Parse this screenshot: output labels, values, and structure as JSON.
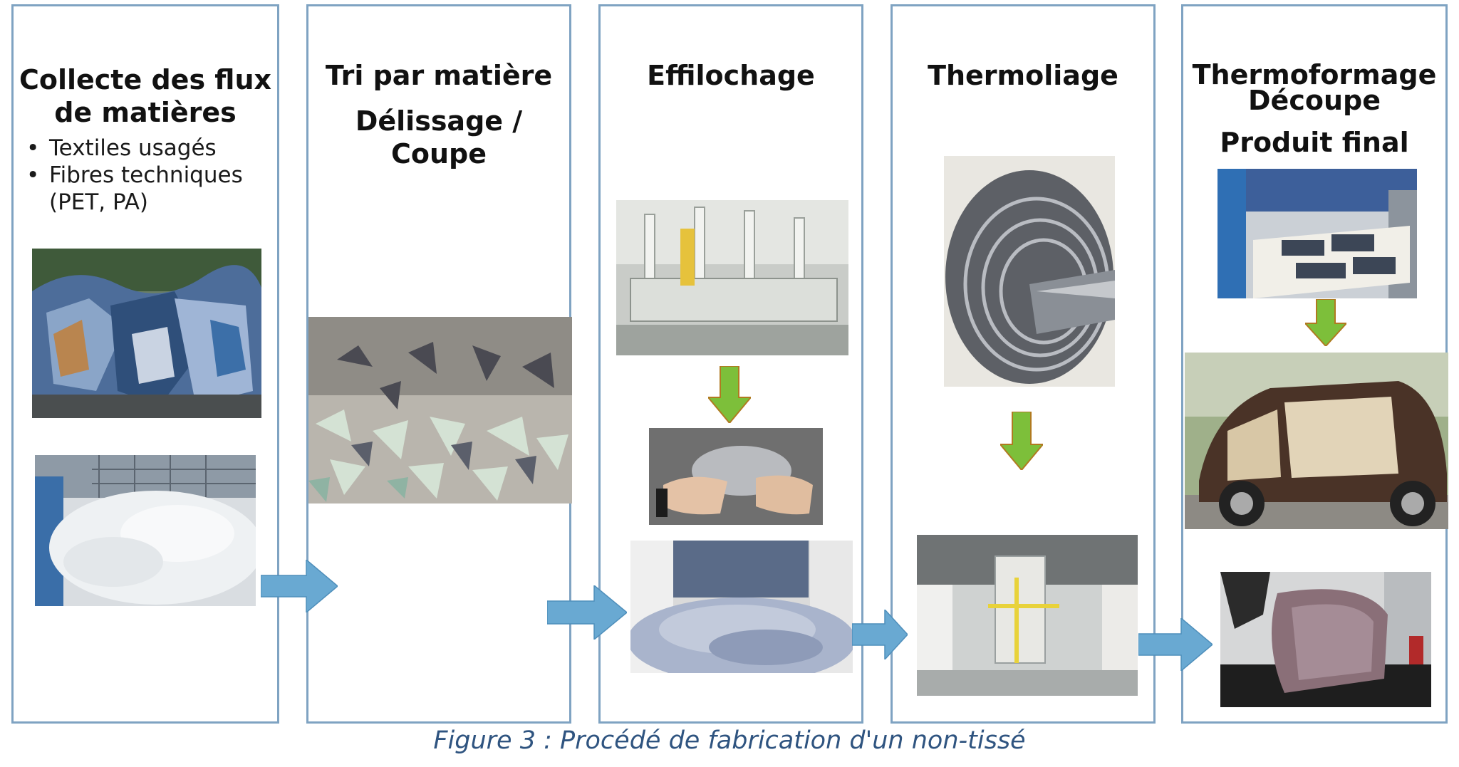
{
  "caption": "Figure 3 : Procédé de fabrication d'un non-tissé",
  "colors": {
    "panel_border": "#7fa3c2",
    "flow_arrow": "#69a9d2",
    "down_arrow": "#7dbf3a",
    "caption": "#2f5480"
  },
  "panels": [
    {
      "title_lines": [
        "Collecte des flux",
        "de matières"
      ],
      "bullets": [
        "Textiles usagés",
        "Fibres techniques",
        "(PET, PA)"
      ]
    },
    {
      "title_lines": [
        "Tri par matière"
      ],
      "subtitle_lines": [
        "Délissage /",
        "Coupe"
      ]
    },
    {
      "title_lines": [
        "Effilochage"
      ]
    },
    {
      "title_lines": [
        "Thermoliage"
      ]
    },
    {
      "title_lines": [
        "Thermoformage",
        "Découpe"
      ],
      "subtitle_lines": [
        "Produit final"
      ]
    }
  ],
  "icons": {
    "flow": "right-arrow-icon",
    "step": "down-arrow-icon"
  }
}
